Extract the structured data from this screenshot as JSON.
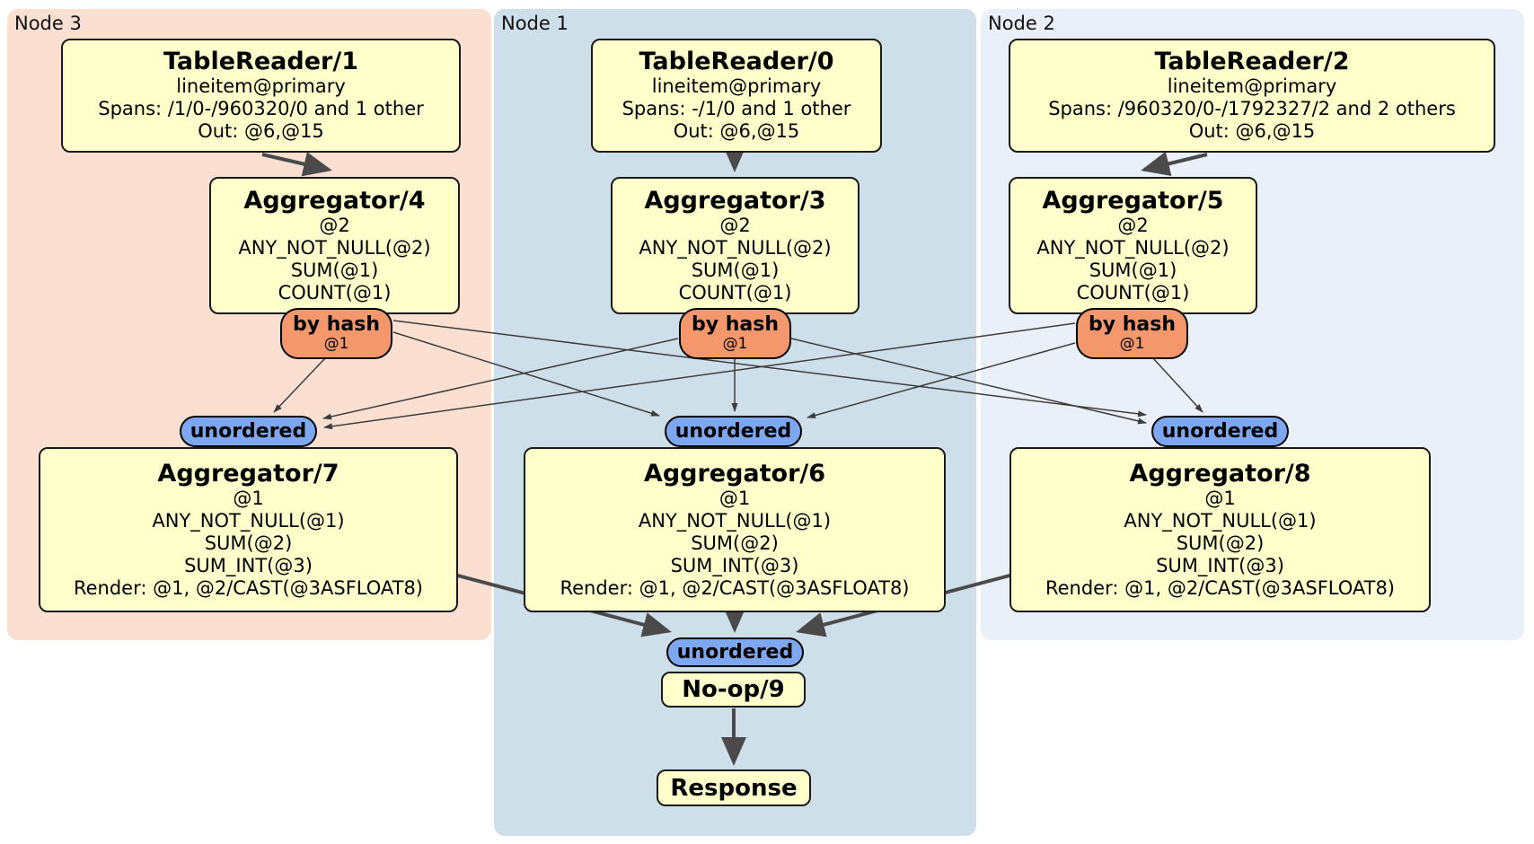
{
  "groups": {
    "node3": {
      "label": "Node 3"
    },
    "node1": {
      "label": "Node 1"
    },
    "node2": {
      "label": "Node 2"
    }
  },
  "boxes": {
    "tr1": {
      "title": "TableReader/1",
      "lines": [
        "lineitem@primary",
        "Spans: /1/0-/960320/0 and 1 other",
        "Out: @6,@15"
      ]
    },
    "tr0": {
      "title": "TableReader/0",
      "lines": [
        "lineitem@primary",
        "Spans: -/1/0 and 1 other",
        "Out: @6,@15"
      ]
    },
    "tr2": {
      "title": "TableReader/2",
      "lines": [
        "lineitem@primary",
        "Spans: /960320/0-/1792327/2 and 2 others",
        "Out: @6,@15"
      ]
    },
    "agg4": {
      "title": "Aggregator/4",
      "lines": [
        "@2",
        "ANY_NOT_NULL(@2)",
        "SUM(@1)",
        "COUNT(@1)"
      ]
    },
    "agg3": {
      "title": "Aggregator/3",
      "lines": [
        "@2",
        "ANY_NOT_NULL(@2)",
        "SUM(@1)",
        "COUNT(@1)"
      ]
    },
    "agg5": {
      "title": "Aggregator/5",
      "lines": [
        "@2",
        "ANY_NOT_NULL(@2)",
        "SUM(@1)",
        "COUNT(@1)"
      ]
    },
    "agg7": {
      "title": "Aggregator/7",
      "lines": [
        "@1",
        "ANY_NOT_NULL(@1)",
        "SUM(@2)",
        "SUM_INT(@3)",
        "Render: @1, @2/CAST(@3ASFLOAT8)"
      ]
    },
    "agg6": {
      "title": "Aggregator/6",
      "lines": [
        "@1",
        "ANY_NOT_NULL(@1)",
        "SUM(@2)",
        "SUM_INT(@3)",
        "Render: @1, @2/CAST(@3ASFLOAT8)"
      ]
    },
    "agg8": {
      "title": "Aggregator/8",
      "lines": [
        "@1",
        "ANY_NOT_NULL(@1)",
        "SUM(@2)",
        "SUM_INT(@3)",
        "Render: @1, @2/CAST(@3ASFLOAT8)"
      ]
    },
    "noop": {
      "title": "No-op/9"
    },
    "response": {
      "title": "Response"
    }
  },
  "routers": {
    "r3": {
      "label": "by hash",
      "detail": "@1"
    },
    "r1": {
      "label": "by hash",
      "detail": "@1"
    },
    "r2": {
      "label": "by hash",
      "detail": "@1"
    }
  },
  "syncs": {
    "u3": {
      "label": "unordered"
    },
    "u1": {
      "label": "unordered"
    },
    "u2": {
      "label": "unordered"
    },
    "ufinal": {
      "label": "unordered"
    }
  },
  "edges": [
    {
      "from": "TableReader/1",
      "to": "Aggregator/4"
    },
    {
      "from": "TableReader/0",
      "to": "Aggregator/3"
    },
    {
      "from": "TableReader/2",
      "to": "Aggregator/5"
    },
    {
      "from": "Aggregator/4 by hash",
      "to": "unordered node3"
    },
    {
      "from": "Aggregator/4 by hash",
      "to": "unordered node1"
    },
    {
      "from": "Aggregator/4 by hash",
      "to": "unordered node2"
    },
    {
      "from": "Aggregator/3 by hash",
      "to": "unordered node3"
    },
    {
      "from": "Aggregator/3 by hash",
      "to": "unordered node1"
    },
    {
      "from": "Aggregator/3 by hash",
      "to": "unordered node2"
    },
    {
      "from": "Aggregator/5 by hash",
      "to": "unordered node3"
    },
    {
      "from": "Aggregator/5 by hash",
      "to": "unordered node1"
    },
    {
      "from": "Aggregator/5 by hash",
      "to": "unordered node2"
    },
    {
      "from": "Aggregator/7",
      "to": "unordered final"
    },
    {
      "from": "Aggregator/6",
      "to": "unordered final"
    },
    {
      "from": "Aggregator/8",
      "to": "unordered final"
    },
    {
      "from": "No-op/9",
      "to": "Response"
    }
  ],
  "colors": {
    "c-node3": "#FBE0D2",
    "c-node1": "#CEDFE9",
    "c-node2": "#EAF0F9",
    "c-proc": "#FFFFCC",
    "c-router": "#F5976C",
    "c-sync": "#7DA7F0",
    "c-edge": "#4A4A4A"
  }
}
